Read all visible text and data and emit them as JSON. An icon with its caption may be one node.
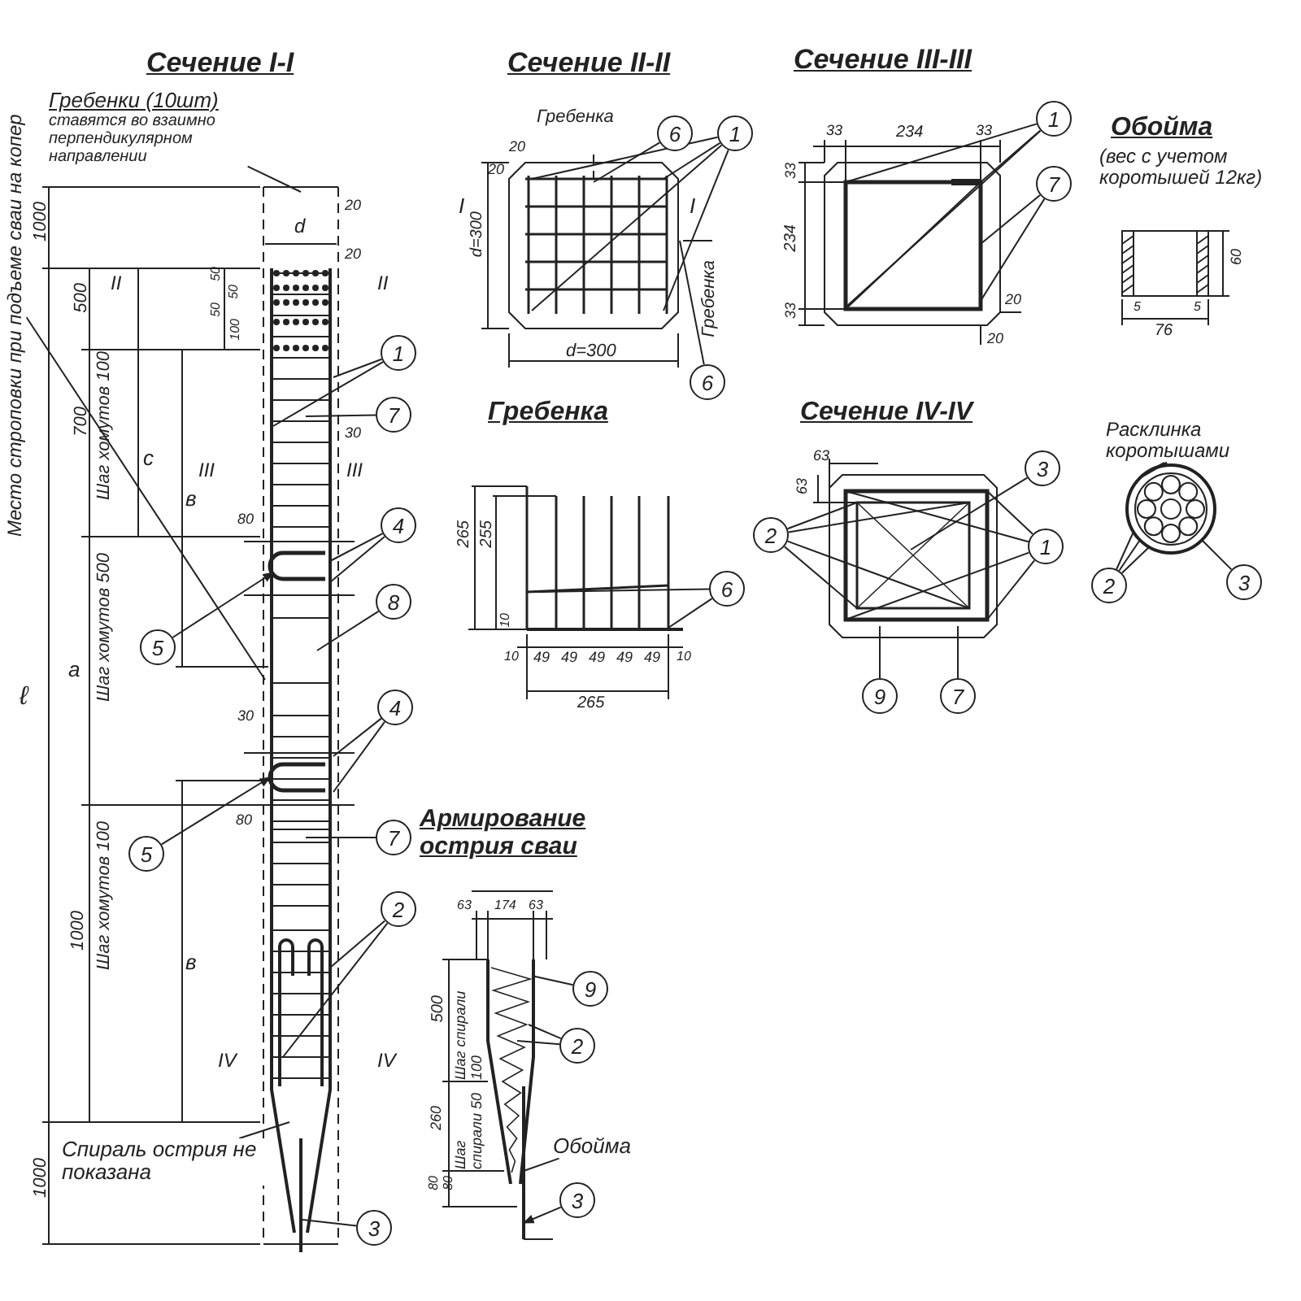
{
  "diagram": {
    "nodes": [
      {
        "text": [
          "Гребенки (10шт)",
          "ставятся во взаимно перпендикулярном направлении"
        ]
      },
      {
        "text": [
          "Место строповки при подъеме сваи на копер"
        ]
      },
      {
        "text": [
          "1"
        ]
      },
      {
        "text": [
          "7"
        ]
      },
      {
        "text": [
          "4"
        ]
      },
      {
        "text": [
          "8"
        ]
      },
      {
        "text": [
          "5"
        ]
      },
      {
        "text": [
          "4"
        ]
      },
      {
        "text": [
          "7"
        ]
      },
      {
        "text": [
          "5"
        ]
      },
      {
        "text": [
          "2"
        ]
      },
      {
        "text": [
          "Спираль острия не показана"
        ]
      },
      {
        "text": [
          "3"
        ]
      },
      {
        "text": [
          "6"
        ]
      },
      {
        "text": [
          "1"
        ]
      },
      {
        "text": [
          "6"
        ]
      },
      {
        "text": [
          "1"
        ]
      },
      {
        "text": [
          "7"
        ]
      },
      {
        "text": [
          "6"
        ]
      },
      {
        "text": [
          "3"
        ]
      },
      {
        "text": [
          "2"
        ]
      },
      {
        "text": [
          "1"
        ]
      },
      {
        "text": [
          "9"
        ]
      },
      {
        "text": [
          "7"
        ]
      },
      {
        "text": [
          "Расклинка коротышами"
        ]
      },
      {
        "text": [
          "2"
        ]
      },
      {
        "text": [
          "3"
        ]
      },
      {
        "text": [
          "9"
        ]
      },
      {
        "text": [
          "2"
        ]
      },
      {
        "text": [
          "Обойма"
        ]
      },
      {
        "text": [
          "3"
        ]
      },
      {
        "text": [],
        "shape": "picture"
      }
    ],
    "edges": [
      {
        "from": 0,
        "to": null,
        "arrow": "none"
      },
      {
        "from": 1,
        "to": null,
        "arrow": "none"
      },
      {
        "from": 2,
        "to": null,
        "arrow": "none"
      },
      {
        "from": 2,
        "to": null,
        "arrow": "none"
      },
      {
        "from": 3,
        "to": null,
        "arrow": "none"
      },
      {
        "from": 4,
        "to": null,
        "arrow": "none"
      },
      {
        "from": 4,
        "to": null,
        "arrow": "none"
      },
      {
        "from": 5,
        "to": null,
        "arrow": "none"
      },
      {
        "from": 6,
        "to": null,
        "arrow": "to"
      },
      {
        "from": 7,
        "to": null,
        "arrow": "none"
      },
      {
        "from": 7,
        "to": null,
        "arrow": "none"
      },
      {
        "from": 8,
        "to": null,
        "arrow": "none"
      },
      {
        "from": 9,
        "to": null,
        "arrow": "to"
      },
      {
        "from": 10,
        "to": null,
        "arrow": "none"
      },
      {
        "from": 10,
        "to": null,
        "arrow": "none"
      },
      {
        "from": 11,
        "to": null,
        "arrow": "none"
      },
      {
        "from": 12,
        "to": null,
        "arrow": "none"
      },
      {
        "from": 13,
        "to": null,
        "arrow": "none"
      },
      {
        "from": 14,
        "to": null,
        "arrow": "none"
      },
      {
        "from": 14,
        "to": null,
        "arrow": "none"
      },
      {
        "from": 14,
        "to": null,
        "arrow": "none"
      },
      {
        "from": 14,
        "to": null,
        "arrow": "none"
      },
      {
        "from": 15,
        "to": null,
        "arrow": "none"
      },
      {
        "from": 16,
        "to": null,
        "arrow": "none"
      },
      {
        "from": 16,
        "to": null,
        "arrow": "none"
      },
      {
        "from": 16,
        "to": null,
        "arrow": "none"
      },
      {
        "from": 17,
        "to": null,
        "arrow": "none"
      },
      {
        "from": 17,
        "to": null,
        "arrow": "none"
      },
      {
        "from": 18,
        "to": null,
        "arrow": "none"
      },
      {
        "from": 18,
        "to": null,
        "arrow": "none"
      },
      {
        "from": 19,
        "to": null,
        "arrow": "none"
      },
      {
        "from": 20,
        "to": null,
        "arrow": "none"
      },
      {
        "from": 20,
        "to": null,
        "arrow": "none"
      },
      {
        "from": 20,
        "to": null,
        "arrow": "none"
      },
      {
        "from": 20,
        "to": null,
        "arrow": "none"
      },
      {
        "from": 21,
        "to": null,
        "arrow": "none"
      },
      {
        "from": 21,
        "to": null,
        "arrow": "none"
      },
      {
        "from": 21,
        "to": null,
        "arrow": "none"
      },
      {
        "from": 21,
        "to": null,
        "arrow": "none"
      },
      {
        "from": 22,
        "to": null,
        "arrow": "none"
      },
      {
        "from": 23,
        "to": null,
        "arrow": "none"
      },
      {
        "from": 24,
        "to": 31,
        "arrow": "none"
      },
      {
        "from": 24,
        "to": 31,
        "arrow": "none"
      },
      {
        "from": 24,
        "to": 31,
        "arrow": "none"
      },
      {
        "from": 25,
        "to": 31,
        "arrow": "none"
      },
      {
        "from": 25,
        "to": 31,
        "arrow": "none"
      },
      {
        "from": 25,
        "to": 31,
        "arrow": "none"
      },
      {
        "from": 26,
        "to": 31,
        "arrow": "none"
      },
      {
        "from": 27,
        "to": null,
        "arrow": "none"
      },
      {
        "from": 28,
        "to": null,
        "arrow": "none"
      },
      {
        "from": 28,
        "to": null,
        "arrow": "none"
      },
      {
        "from": 29,
        "to": null,
        "arrow": "none"
      },
      {
        "from": 30,
        "to": null,
        "arrow": "to"
      }
    ],
    "labels": [
      "Сечение I-I",
      "Сечение II-II",
      "Сечение III-III",
      "Обойма",
      "(вес с учетом коротышей 12кг)",
      "d",
      "20",
      "20",
      "II",
      "II",
      "1000",
      "500",
      "50",
      "50",
      "50",
      "100",
      "700",
      "Шаг хомутов 100",
      "с",
      "в",
      "30",
      "III",
      "III",
      "80",
      "30",
      "ℓ",
      "а",
      "Шаг хомутов 500",
      "80",
      "1000",
      "Шаг хомутов 100",
      "в",
      "IV",
      "IV",
      "1000",
      "Гребенка",
      "20",
      "20",
      "d=300",
      "I",
      "I",
      "Гребенка",
      "d=300",
      "33",
      "234",
      "33",
      "33",
      "234",
      "33",
      "20",
      "20",
      "60",
      "5",
      "5",
      "76",
      "Гребенка",
      "Сечение IV-IV",
      "265",
      "255",
      "63",
      "63",
      "10",
      "10",
      "49",
      "49",
      "49",
      "49",
      "49",
      "10",
      "265",
      "Армирование острия сваи",
      "63",
      "174",
      "63",
      "500",
      "Шаг спирали 100",
      "260",
      "Шаг спирали 50",
      "80",
      "80"
    ]
  }
}
